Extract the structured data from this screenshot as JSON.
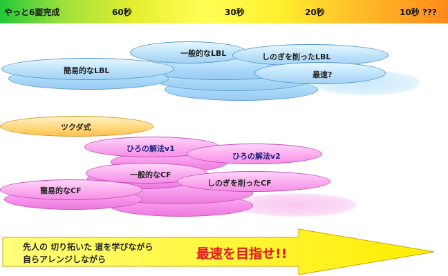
{
  "scale": {
    "title": "やっと6面完成",
    "ticks": [
      "60秒",
      "30秒",
      "20秒",
      "10秒 ???"
    ]
  },
  "lbl_group": {
    "items": [
      "簡易的なLBL",
      "一般的なLBL",
      "しのぎを削ったLBL",
      "最速?"
    ]
  },
  "cf_group": {
    "items": [
      "ツクダ式",
      "ひろの解法v1",
      "ひろの解法v2",
      "一般的なCF",
      "簡易的なCF",
      "しのぎを削ったCF"
    ]
  },
  "banner": {
    "line1": "先人の 切り拓いた 道を学びながら",
    "line2": "自らアレンジしながら",
    "slogan": "最速を目指せ!!"
  },
  "colors": {
    "lbl": "#a8d8f8",
    "cf": "#f58ee8",
    "tsukuda": "#ffd77a",
    "arrow": "#ffff30",
    "slogan": "#e8141c"
  }
}
